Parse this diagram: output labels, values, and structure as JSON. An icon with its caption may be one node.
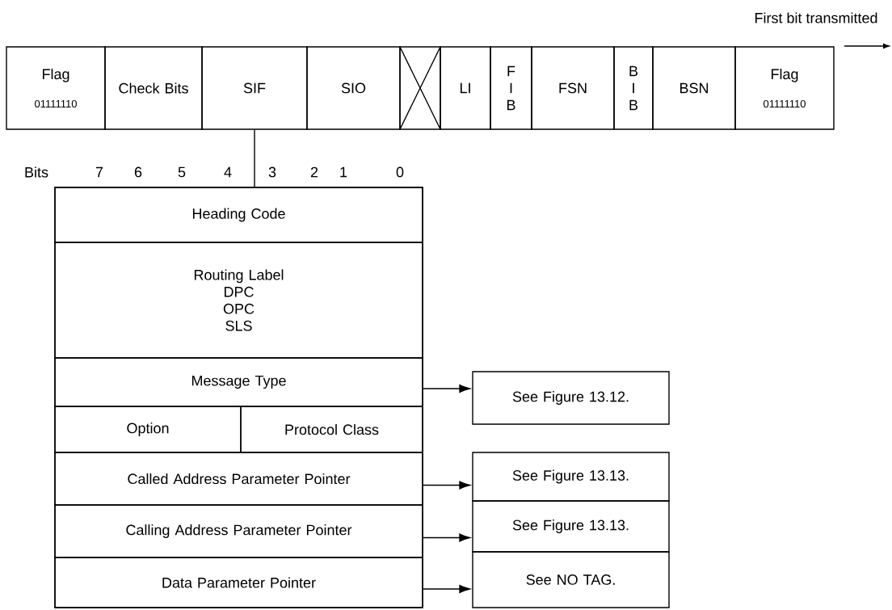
{
  "diagram": {
    "nodes": [
      {
        "text": [
          "Flag",
          "01111110"
        ]
      },
      {
        "text": [
          "Check Bits"
        ]
      },
      {
        "text": [
          "SIF"
        ]
      },
      {
        "text": [
          "SIO"
        ]
      },
      {
        "text": [],
        "shape": "box"
      },
      {
        "text": [
          "LI"
        ]
      },
      {
        "text": [
          "F I B"
        ]
      },
      {
        "text": [
          "FSN"
        ]
      },
      {
        "text": [
          "B I B"
        ]
      },
      {
        "text": [
          "BSN"
        ]
      },
      {
        "text": [
          "Flag",
          "01111110"
        ]
      },
      {
        "text": [],
        "shape": "box"
      },
      {
        "text": [
          "Heading Code"
        ],
        "in": 11
      },
      {
        "text": [
          "Routing Label",
          "DPC",
          "OPC",
          "SLS"
        ],
        "in": 11
      },
      {
        "text": [
          "Message Type"
        ],
        "in": 11
      },
      {
        "text": [
          "Option"
        ],
        "in": 11
      },
      {
        "text": [
          "Protocol Class"
        ],
        "in": 11
      },
      {
        "text": [
          "Called Address Parameter Pointer"
        ],
        "in": 11
      },
      {
        "text": [
          "Calling Address Parameter Pointer"
        ],
        "in": 11
      },
      {
        "text": [
          "Data Parameter Pointer"
        ],
        "in": 11
      },
      {
        "text": [
          "See Figure 13.12."
        ]
      },
      {
        "text": [
          "See Figure 13.13."
        ]
      },
      {
        "text": [
          "See Figure 13.13."
        ]
      },
      {
        "text": [
          "See NO TAG."
        ]
      }
    ],
    "edges": [
      {
        "from": 2,
        "to": 11,
        "arrow": "none"
      },
      {
        "from": 14,
        "to": 20,
        "arrow": "to"
      },
      {
        "from": 17,
        "to": 21,
        "arrow": "to"
      },
      {
        "from": 18,
        "to": 22,
        "arrow": "to"
      },
      {
        "from": 19,
        "to": 23,
        "arrow": "to"
      }
    ],
    "labels": [
      "First bit transmitted",
      "Bits",
      "7",
      "6",
      "5",
      "4",
      "3",
      "2",
      "1",
      "0"
    ]
  }
}
